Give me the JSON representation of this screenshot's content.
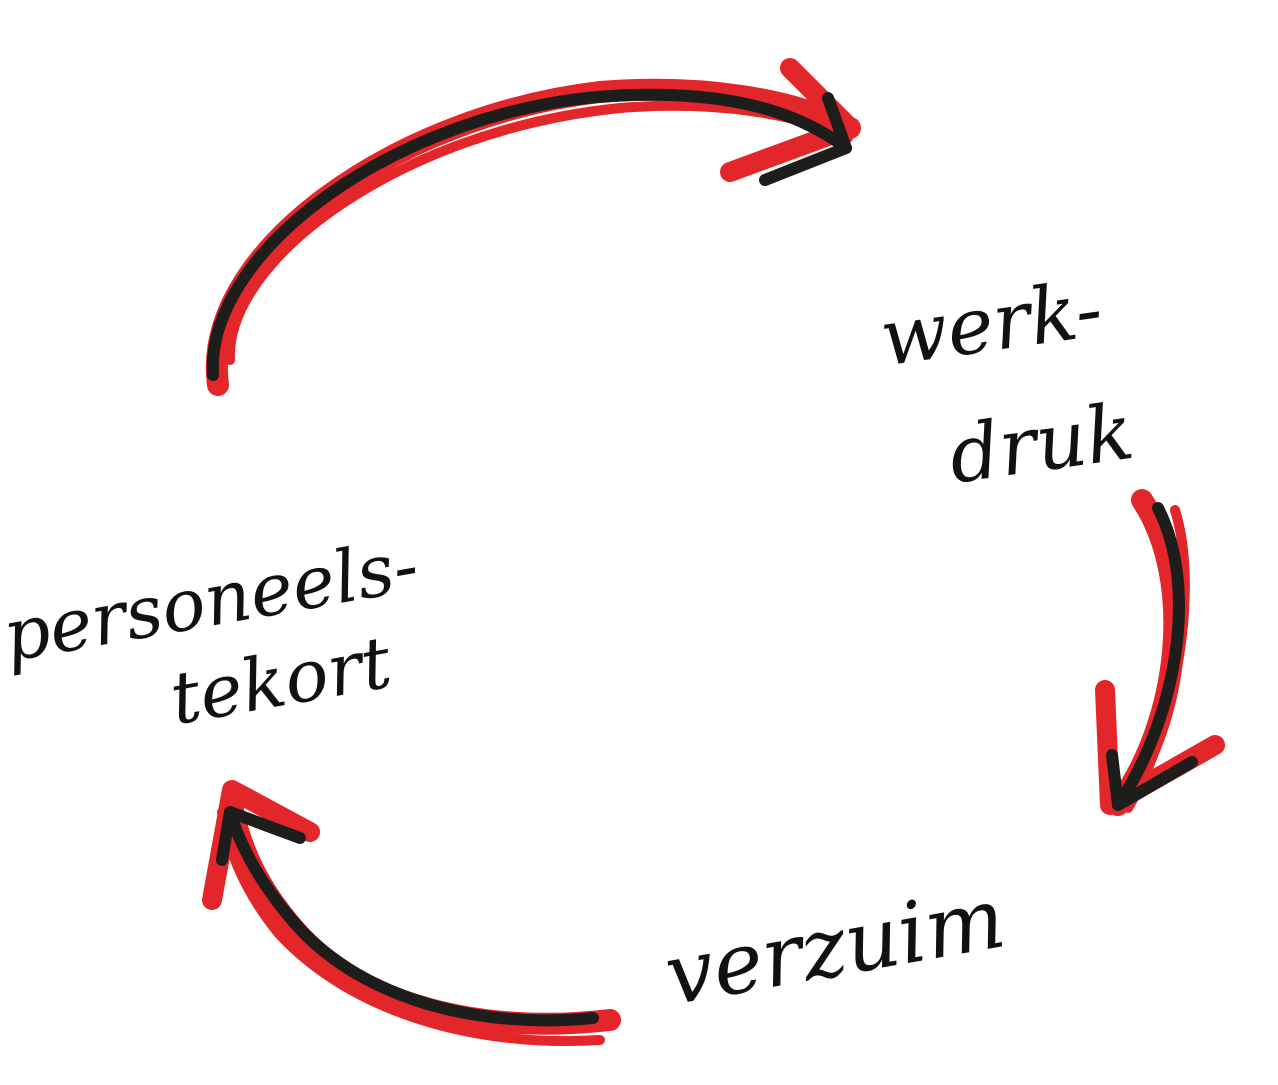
{
  "diagram": {
    "colors": {
      "background": "#ffffff",
      "arrow_outer": "#e3262a",
      "arrow_inner": "#1d1d1b",
      "text": "#111111"
    },
    "nodes": [
      {
        "id": "personeelstekort",
        "lines": [
          "personeels-",
          "tekort"
        ]
      },
      {
        "id": "werkdruk",
        "lines": [
          "werk-",
          "druk"
        ]
      },
      {
        "id": "verzuim",
        "lines": [
          "verzuim"
        ]
      }
    ],
    "edges": [
      {
        "from": "personeelstekort",
        "to": "werkdruk"
      },
      {
        "from": "werkdruk",
        "to": "verzuim"
      },
      {
        "from": "verzuim",
        "to": "personeelstekort"
      }
    ]
  }
}
